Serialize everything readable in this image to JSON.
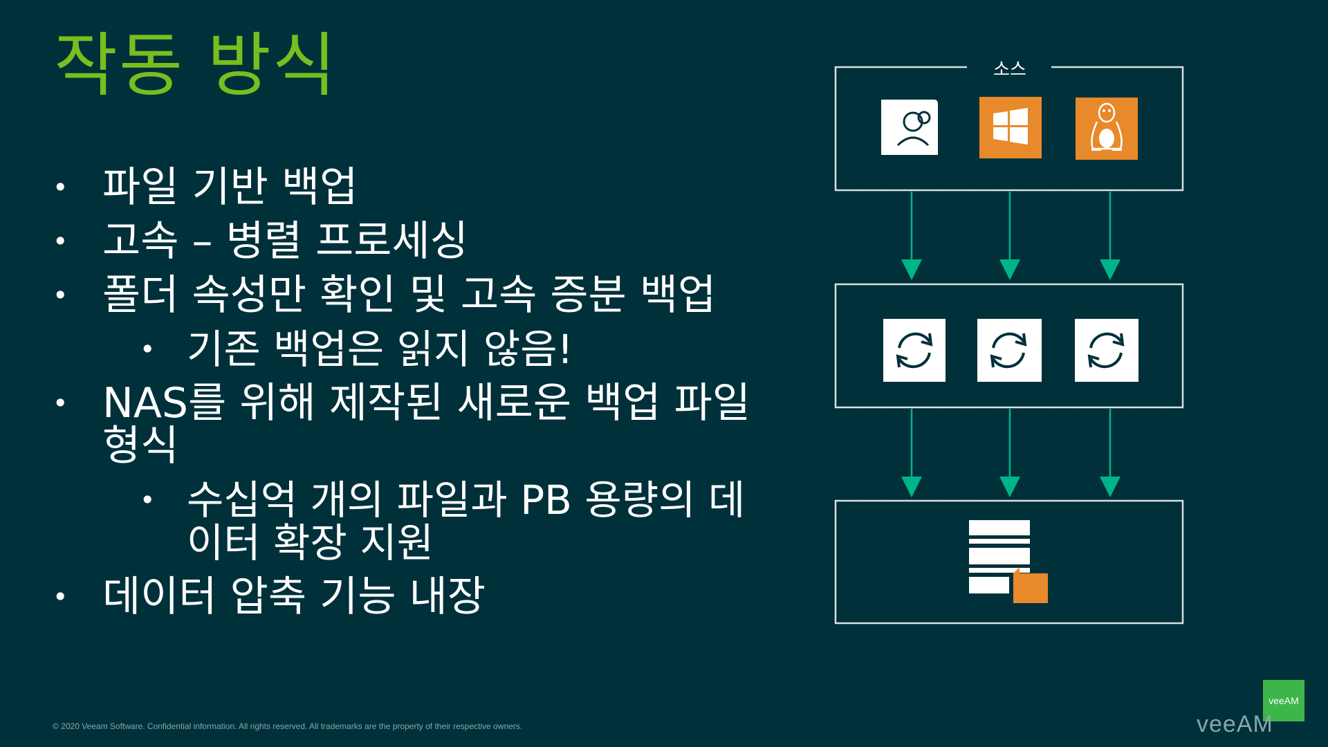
{
  "title": "작동 방식",
  "bullets": [
    {
      "level": 1,
      "text": "파일 기반 백업"
    },
    {
      "level": 1,
      "text": "고속 – 병렬 프로세싱"
    },
    {
      "level": 1,
      "text": "폴더 속성만 확인 및 고속 증분 백업"
    },
    {
      "level": 2,
      "text": "기존 백업은 읽지 않음!"
    },
    {
      "level": 1,
      "text": "NAS를 위해 제작된 새로운 백업 파일 형식"
    },
    {
      "level": 2,
      "text": "수십억 개의 파일과 PB 용량의 데이터 확장 지원"
    },
    {
      "level": 1,
      "text": "데이터 압축 기능 내장"
    }
  ],
  "diagram": {
    "source_label": "소스",
    "source_icons": [
      "file-share-users-icon",
      "windows-icon",
      "linux-tux-icon"
    ],
    "proxy_icons": [
      "sync-icon",
      "sync-icon",
      "sync-icon"
    ],
    "repository_icon": "backup-repository-icon",
    "colors": {
      "arrow": "#00b48a",
      "orange": "#e8892b",
      "white": "#ffffff",
      "border": "#d8e0e2"
    }
  },
  "footer": "© 2020 Veeam Software. Confidential information. All rights reserved. All trademarks are the property of their respective owners.",
  "logo": {
    "badge": "veeAM",
    "wordmark": "veeAM"
  },
  "colors": {
    "background": "#00303a",
    "title": "#78be20",
    "brand_green": "#3eb54b"
  }
}
